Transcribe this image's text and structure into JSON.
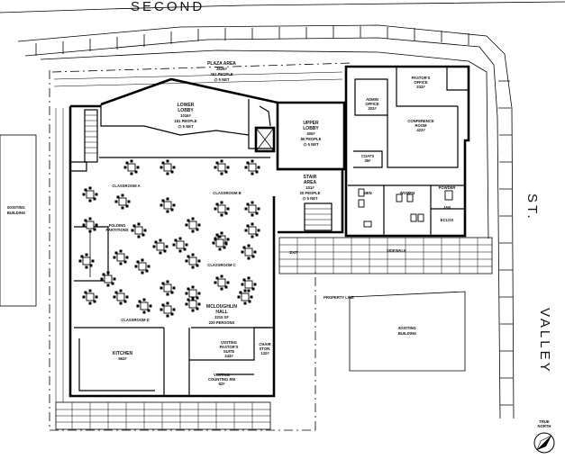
{
  "streets": {
    "top": "SECOND",
    "right_1": "VALLEY",
    "right_2": "ST."
  },
  "rooms": {
    "plaza_area": [
      "PLAZA AREA",
      "3626#",
      "362 PEOPLE",
      "@ 5 NET"
    ],
    "lower_lobby": [
      "LOWER",
      "LOBBY",
      "1016#",
      "181 PEOPLE",
      "@ 5 NET"
    ],
    "upper_lobby": [
      "UPPER",
      "LOBBY",
      "400#",
      "80 PEOPLE",
      "@ 5 NET"
    ],
    "stair_area": [
      "STAIR",
      "AREA",
      "101#",
      "20 PEOPLE",
      "@ 5 NET"
    ],
    "admin_office": [
      "ADMIN",
      "OFFICE",
      "202#"
    ],
    "pastors_office": [
      "PASTOR'S",
      "OFFICE",
      "232#"
    ],
    "conference_room": [
      "CONFERENCE",
      "ROOM",
      "422#"
    ],
    "coats": [
      "COATS",
      "35#"
    ],
    "men": "MEN",
    "women": "WOMEN",
    "powder": "POWDER",
    "jan": "JAN",
    "eclos": "ECLOS",
    "classroom_a": "CLASSROOM A",
    "classroom_b": "CLASSROOM B",
    "classroom_c": "CLASSROOM C",
    "classroom_d": "CLASSROOM D",
    "folding_partitions": [
      "FOLDING",
      "PARTITIONS"
    ],
    "hall": [
      "MCLOUGHLIN",
      "HALL",
      "3315 SF",
      "220 PERSONS"
    ],
    "kitchen": [
      "KITCHEN",
      "562#"
    ],
    "visiting_pastors_suite": [
      "VISITING",
      "PASTOR'S",
      "SUITE",
      "243#"
    ],
    "chair_stor": [
      "CHAIR",
      "STOR.",
      "132#"
    ],
    "counting_rm": [
      "VISITING",
      "COUNTING RM",
      "82#"
    ],
    "existing_left": [
      "EXISTING",
      "BUILDING"
    ],
    "existing_right": [
      "EXISTING",
      "BUILDING"
    ],
    "sidewalk": "SIDEWALK",
    "exit": "EXIT",
    "property_line": "PROPERTY LINE",
    "north": [
      "TRUE",
      "NORTH"
    ]
  }
}
